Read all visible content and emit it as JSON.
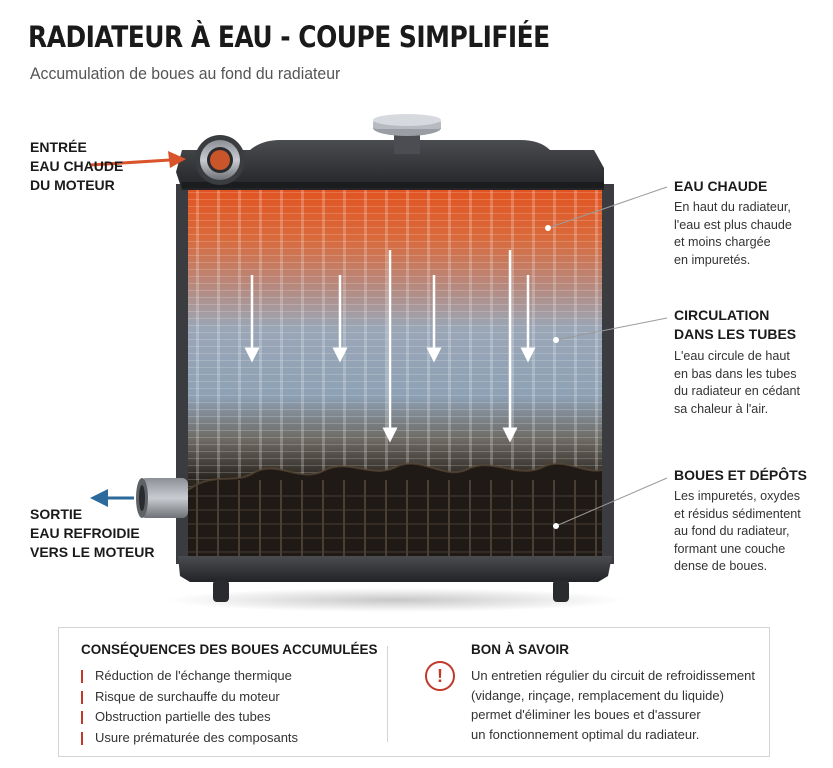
{
  "header": {
    "title": "RADIATEUR À EAU - COUPE SIMPLIFIÉE",
    "subtitle": "Accumulation de boues au fond du radiateur"
  },
  "left_labels": {
    "inlet": [
      "ENTRÉE",
      "EAU CHAUDE",
      "DU MOTEUR"
    ],
    "outlet": [
      "SORTIE",
      "EAU REFROIDIE",
      "VERS LE MOTEUR"
    ]
  },
  "callouts": [
    {
      "title": [
        "EAU CHAUDE"
      ],
      "text": [
        "En haut du radiateur,",
        "l'eau est plus chaude",
        "et moins chargée",
        "en impuretés."
      ]
    },
    {
      "title": [
        "CIRCULATION",
        "DANS LES TUBES"
      ],
      "text": [
        "L'eau circule de haut",
        "en bas dans les tubes",
        "du radiateur en cédant",
        "sa chaleur à l'air."
      ]
    },
    {
      "title": [
        "BOUES ET DÉPÔTS"
      ],
      "text": [
        "Les impuretés, oxydes",
        "et résidus sédimentent",
        "au fond du radiateur,",
        "formant une couche",
        "dense de boues."
      ]
    }
  ],
  "consequences": {
    "heading": "CONSÉQUENCES DES BOUES ACCUMULÉES",
    "items": [
      "Réduction de l'échange thermique",
      "Risque de surchauffe du moteur",
      "Obstruction partielle des tubes",
      "Usure prématurée des composants"
    ]
  },
  "tip": {
    "heading": "BON À SAVOIR",
    "icon": "exclamation-icon",
    "icon_glyph": "!",
    "lines": [
      "Un entretien régulier du circuit de refroidissement",
      "(vidange, rinçage, remplacement du liquide)",
      "permet d'éliminer les boues et d'assurer",
      "un fonctionnement optimal du radiateur."
    ]
  },
  "colors": {
    "hot": "#d9542a",
    "cold": "#2b6a9a",
    "accent": "#c0392b",
    "tank": "#2f3134",
    "sludge": "#231d17"
  }
}
